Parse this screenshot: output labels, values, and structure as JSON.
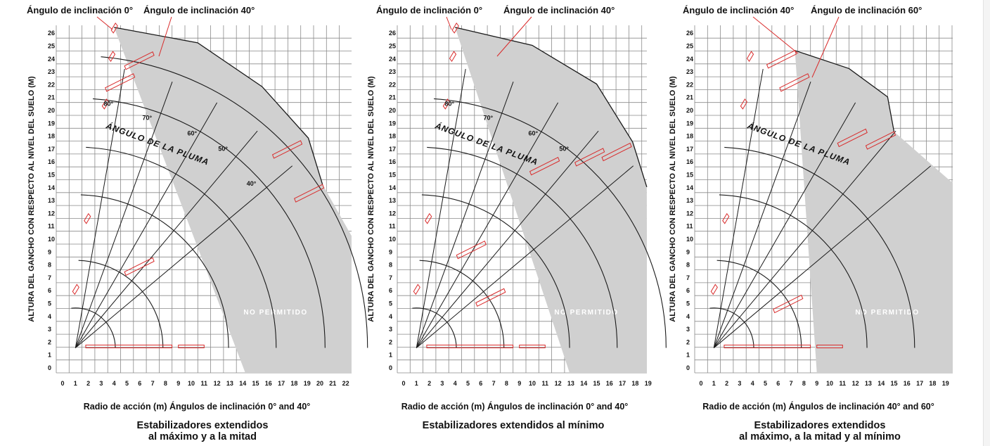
{
  "colors": {
    "grid": "#8a8a8a",
    "curve": "#1a1a1a",
    "boom": "#d92b2b",
    "forbidden": "#d0d0d0",
    "forbidden_text": "#ffffff"
  },
  "chart_data": [
    {
      "type": "line",
      "chart_kind": "crane load diagram",
      "top_labels": [
        "Ángulo de inclinación 0°",
        "Ángulo de inclinación 40°"
      ],
      "ylabel": "ALTURA DEL GANCHO CON RESPECTO AL NIVEL DEL SUELO (M)",
      "xlabel": "Radio de acción (m) Ángulos de inclinación 0° and 40°",
      "subtitle_lines": [
        "Estabilizadores extendidos",
        "al máximo y a la mitad"
      ],
      "x_ticks": [
        "0",
        "1",
        "2",
        "3",
        "4",
        "5",
        "6",
        "7",
        "8",
        "9",
        "10",
        "11",
        "12",
        "13",
        "14",
        "15",
        "16",
        "17",
        "18",
        "19",
        "20",
        "21",
        "22"
      ],
      "y_ticks": [
        "0",
        "1",
        "2",
        "3",
        "4",
        "5",
        "6",
        "7",
        "8",
        "9",
        "10",
        "11",
        "12",
        "13",
        "14",
        "15",
        "16",
        "17",
        "18",
        "19",
        "20",
        "21",
        "22",
        "23",
        "24",
        "25",
        "26"
      ],
      "xlim": [
        0,
        22
      ],
      "ylim": [
        0,
        26
      ],
      "boom_label": "ÁNGULO DE LA PLUMA",
      "forbidden_label": "NO PERMITIDO",
      "angle_labels": [
        "80°",
        "70°",
        "60°",
        "50°",
        "40°"
      ],
      "envelope": [
        [
          4.0,
          26.4
        ],
        [
          10.5,
          25.2
        ],
        [
          15.5,
          21.8
        ],
        [
          19.1,
          17.8
        ],
        [
          20.2,
          14.2
        ]
      ],
      "boom_tips_tilt0": [
        [
          1.0,
          6.1
        ],
        [
          1.9,
          11.6
        ],
        [
          3.3,
          20.5
        ],
        [
          3.8,
          24.2
        ],
        [
          4.0,
          26.4
        ]
      ],
      "boom_tips_tilt40": [
        [
          7.0,
          8.5
        ],
        [
          5.5,
          22.8
        ],
        [
          7.0,
          24.5
        ],
        [
          18.5,
          17.6
        ],
        [
          20.2,
          14.2
        ]
      ],
      "arcs": [
        {
          "radius": 3.1,
          "span": [
            96,
            0
          ]
        },
        {
          "radius": 6.8,
          "span": [
            88,
            0
          ]
        },
        {
          "radius": 11.9,
          "span": [
            88,
            0
          ]
        },
        {
          "radius": 15.6,
          "span": [
            87,
            0
          ]
        },
        {
          "radius": 19.4,
          "span": [
            86,
            0
          ]
        },
        {
          "radius": 22.7,
          "span": [
            85,
            0
          ]
        }
      ]
    },
    {
      "type": "line",
      "chart_kind": "crane load diagram",
      "top_labels": [
        "Ángulo de inclinación 0°",
        "Ángulo de inclinación 40°"
      ],
      "ylabel": "ALTURA DEL GANCHO CON RESPECTO AL NIVEL DEL SUELO (M)",
      "xlabel": "Radio de acción (m) Ángulos de inclinación 0° and 40°",
      "subtitle_lines": [
        "Estabilizadores extendidos al mínimo"
      ],
      "x_ticks": [
        "0",
        "1",
        "2",
        "3",
        "4",
        "5",
        "6",
        "7",
        "8",
        "9",
        "10",
        "11",
        "12",
        "13",
        "14",
        "15",
        "16",
        "17",
        "18",
        "19"
      ],
      "y_ticks": [
        "0",
        "1",
        "2",
        "3",
        "4",
        "5",
        "6",
        "7",
        "8",
        "9",
        "10",
        "11",
        "12",
        "13",
        "14",
        "15",
        "16",
        "17",
        "18",
        "19",
        "20",
        "21",
        "22",
        "23",
        "24",
        "25",
        "26"
      ],
      "xlim": [
        0,
        19
      ],
      "ylim": [
        0,
        26
      ],
      "boom_label": "ÁNGULO DE LA PLUMA",
      "forbidden_label": "NO PERMITIDO",
      "angle_labels": [
        "80°",
        "70°",
        "60°",
        "50°"
      ],
      "envelope": [
        [
          4.0,
          26.4
        ],
        [
          10.0,
          25.0
        ],
        [
          15.0,
          22.0
        ],
        [
          17.8,
          17.5
        ],
        [
          18.9,
          14.0
        ]
      ],
      "boom_tips_tilt0": [
        [
          1.0,
          6.1
        ],
        [
          1.9,
          11.6
        ],
        [
          3.3,
          20.5
        ],
        [
          3.8,
          24.2
        ],
        [
          4.0,
          26.4
        ]
      ],
      "boom_tips_tilt40": [
        [
          6.3,
          9.8
        ],
        [
          7.8,
          6.1
        ],
        [
          15.5,
          17.0
        ],
        [
          17.6,
          17.4
        ],
        [
          12.0,
          16.3
        ]
      ],
      "arcs": [
        {
          "radius": 3.1,
          "span": [
            96,
            0
          ]
        },
        {
          "radius": 6.8,
          "span": [
            88,
            0
          ]
        },
        {
          "radius": 11.9,
          "span": [
            88,
            0
          ]
        },
        {
          "radius": 15.6,
          "span": [
            87,
            0
          ]
        },
        {
          "radius": 19.4,
          "span": [
            86,
            0
          ]
        }
      ]
    },
    {
      "type": "line",
      "chart_kind": "crane load diagram",
      "top_labels": [
        "Ángulo de inclinación 40°",
        "Ángulo de inclinación 60°"
      ],
      "ylabel": "ALTURA DEL GANCHO CON RESPECTO AL NIVEL DEL SUELO (M)",
      "xlabel": "Radio de acción (m) Ángulos de inclinación 40° and 60°",
      "subtitle_lines": [
        "Estabilizadores extendidos",
        "al máximo, a la mitad y al mínimo"
      ],
      "x_ticks": [
        "0",
        "1",
        "2",
        "3",
        "4",
        "5",
        "6",
        "7",
        "8",
        "9",
        "10",
        "11",
        "12",
        "13",
        "14",
        "15",
        "16",
        "17",
        "18",
        "19"
      ],
      "y_ticks": [
        "0",
        "1",
        "2",
        "3",
        "4",
        "5",
        "6",
        "7",
        "8",
        "9",
        "10",
        "11",
        "12",
        "13",
        "14",
        "15",
        "16",
        "17",
        "18",
        "19",
        "20",
        "21",
        "22",
        "23",
        "24",
        "25",
        "26"
      ],
      "xlim": [
        0,
        19
      ],
      "ylim": [
        0,
        26
      ],
      "boom_label": "ÁNGULO DE LA PLUMA",
      "forbidden_label": "NO PERMITIDO",
      "angle_labels": [],
      "envelope": [
        [
          7.3,
          24.6
        ],
        [
          11.5,
          23.2
        ],
        [
          14.5,
          21.0
        ],
        [
          15.0,
          18.3
        ]
      ],
      "boom_tips_tilt0": [
        [
          1.0,
          6.1
        ],
        [
          1.9,
          11.6
        ],
        [
          3.3,
          20.5
        ],
        [
          3.8,
          24.2
        ]
      ],
      "boom_tips_tilt40": [
        [
          7.3,
          24.6
        ],
        [
          8.3,
          22.8
        ],
        [
          12.8,
          18.5
        ],
        [
          15.0,
          18.3
        ],
        [
          7.8,
          5.6
        ]
      ],
      "arcs": [
        {
          "radius": 3.1,
          "span": [
            96,
            0
          ]
        },
        {
          "radius": 6.8,
          "span": [
            88,
            0
          ]
        },
        {
          "radius": 11.9,
          "span": [
            88,
            0
          ]
        },
        {
          "radius": 15.6,
          "span": [
            87,
            0
          ]
        }
      ]
    }
  ]
}
